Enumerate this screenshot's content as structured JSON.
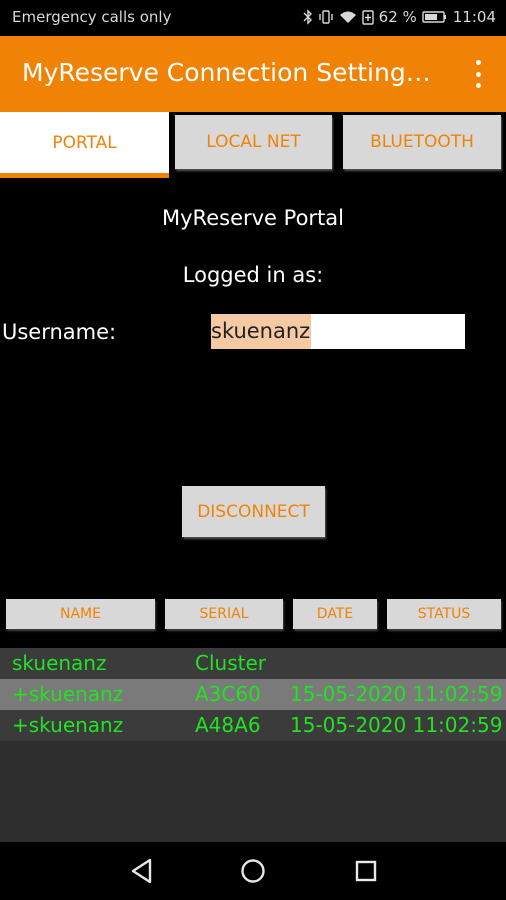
{
  "status_bar": {
    "carrier": "Emergency calls only",
    "battery": "62 %",
    "time": "11:04",
    "icons": [
      "bluetooth-icon",
      "vibrate-icon",
      "wifi-icon",
      "battery-saver-icon",
      "battery-icon"
    ]
  },
  "app_bar": {
    "title": "MyReserve Connection Setting…",
    "menu_icon": "overflow-menu-icon"
  },
  "tabs": [
    {
      "label": "PORTAL",
      "active": true
    },
    {
      "label": "LOCAL NET",
      "active": false
    },
    {
      "label": "BLUETOOTH",
      "active": false
    }
  ],
  "portal": {
    "title": "MyReserve Portal",
    "logged_in_label": "Logged in as:",
    "username_label": "Username:",
    "username_value": "skuenanz",
    "disconnect_label": "DISCONNECT"
  },
  "table": {
    "headers": [
      "NAME",
      "SERIAL",
      "DATE",
      "STATUS"
    ],
    "rows": [
      {
        "name": "skuenanz",
        "serial": "Cluster",
        "date": ""
      },
      {
        "name": "+skuenanz",
        "serial": "A3C60",
        "date": "15-05-2020 11:02:59"
      },
      {
        "name": "+skuenanz",
        "serial": "A48A6",
        "date": "15-05-2020 11:02:59"
      }
    ]
  },
  "nav_bar": {
    "icons": [
      "back-icon",
      "home-icon",
      "recents-icon"
    ]
  },
  "colors": {
    "accent": "#f08306",
    "row_text": "#22e222",
    "button_bg": "#d8d8d8"
  }
}
